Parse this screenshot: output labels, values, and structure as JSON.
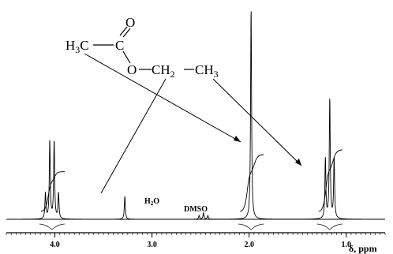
{
  "chart_data": {
    "type": "line",
    "xlabel": "δ, ppm",
    "ylabel": "",
    "title": "",
    "xlim": [
      4.5,
      0.6
    ],
    "x_axis_reversed": true,
    "grid": false,
    "ticks": [
      {
        "value": 4.0,
        "label": "4.0"
      },
      {
        "value": 3.0,
        "label": "3.0"
      },
      {
        "value": 2.0,
        "label": "2.0"
      },
      {
        "value": 1.0,
        "label": "1.0"
      }
    ],
    "series": [
      {
        "peaks": [
          {
            "shift": 4.03,
            "intensity": 0.37,
            "multiplicity": "quartet"
          },
          {
            "shift": 3.28,
            "intensity": 0.11,
            "multiplicity": "singlet",
            "label": "H2O"
          },
          {
            "shift": 2.47,
            "intensity": 0.03,
            "multiplicity": "multiplet",
            "label": "DMSO"
          },
          {
            "shift": 1.98,
            "intensity": 1.0,
            "multiplicity": "singlet"
          },
          {
            "shift": 1.17,
            "intensity": 0.57,
            "multiplicity": "triplet"
          }
        ]
      }
    ],
    "integrals": [
      {
        "shift": 4.03,
        "height": 0.42
      },
      {
        "shift": 1.98,
        "height": 0.6
      },
      {
        "shift": 1.17,
        "height": 0.65
      }
    ],
    "structure": {
      "methyl_acetyl": "H3C",
      "carbonyl_c": "C",
      "carbonyl_o": "O",
      "ester_o": "O",
      "ch2": "CH2",
      "ch3": "CH3"
    },
    "annotations": [
      "H2O",
      "DMSO"
    ]
  }
}
